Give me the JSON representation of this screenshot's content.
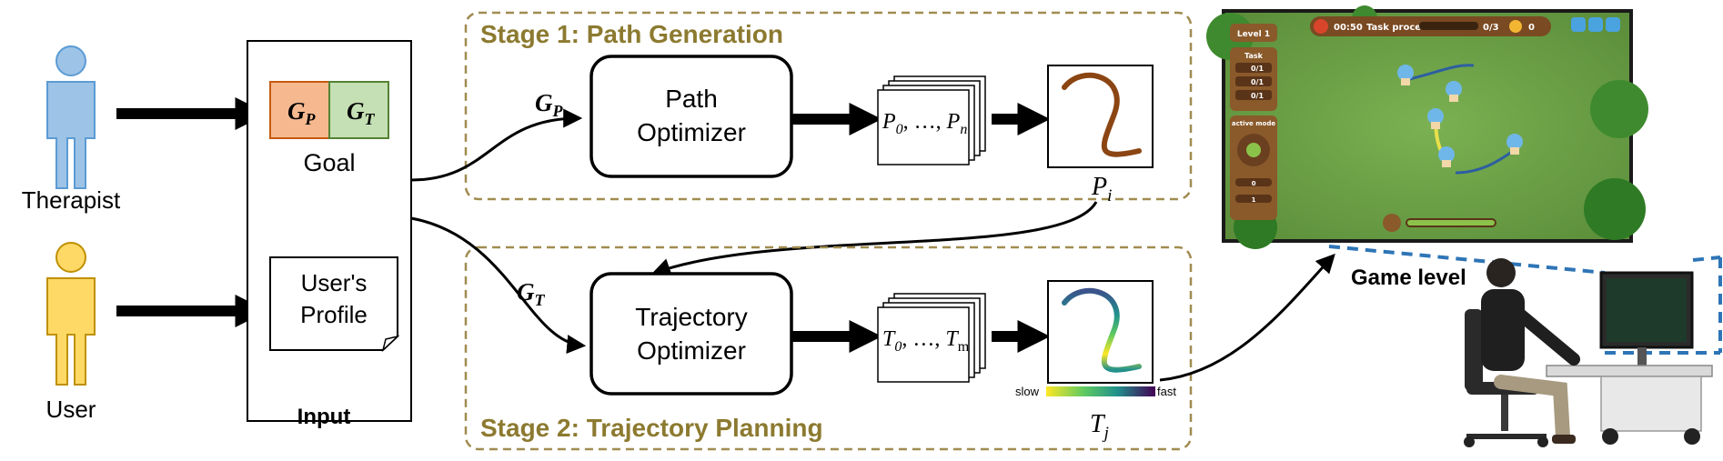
{
  "actors": {
    "therapist": "Therapist",
    "user": "User"
  },
  "input": {
    "goal_gp": "G",
    "goal_gp_sub": "P",
    "goal_gt": "G",
    "goal_gt_sub": "T",
    "goal_label": "Goal",
    "profile_line1": "User's",
    "profile_line2": "Profile",
    "caption": "Input"
  },
  "stage1": {
    "title": "Stage 1: Path Generation",
    "input_label": "G",
    "input_sub": "P",
    "optimizer_line1": "Path",
    "optimizer_line2": "Optimizer",
    "set_label": "P",
    "set_sub0": "0",
    "set_sep": ", …, ",
    "set_subn": "n",
    "output_label": "P",
    "output_sub": "i"
  },
  "stage2": {
    "title": "Stage 2: Trajectory Planning",
    "input_label": "G",
    "input_sub": "T",
    "optimizer_line1": "Trajectory",
    "optimizer_line2": "Optimizer",
    "set_label": "T",
    "set_sub0": "0",
    "set_sep": ", …, ",
    "set_subm": "m",
    "output_label": "T",
    "output_sub": "j",
    "colorbar_slow": "slow",
    "colorbar_fast": "fast"
  },
  "game": {
    "caption": "Game level",
    "level": "Level 1",
    "timer": "00:50",
    "task_process": "Task process",
    "progress": "0/3",
    "coins": "0",
    "task_header": "Task",
    "task_rows": [
      "0/1",
      "0/1",
      "0/1"
    ],
    "active_mode": "active mode",
    "stepper_values": [
      "0",
      "1"
    ]
  },
  "colors": {
    "goal_gp_fill": "#f6b98f",
    "goal_gp_border": "#c55a11",
    "goal_gt_fill": "#c5e0b4",
    "goal_gt_border": "#548235",
    "therapist": "#9dc3e6",
    "user": "#ffd966",
    "stage_border": "#a08c50",
    "path_curve": "#8b4513",
    "game_grass": "#6fa24a",
    "dashed_link": "#2e75b6"
  }
}
